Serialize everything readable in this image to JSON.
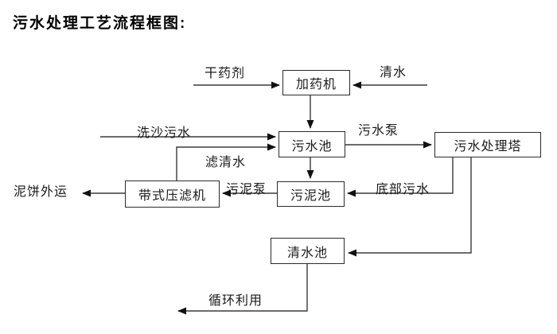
{
  "title": "污水处理工艺流程框图:",
  "colors": {
    "ink": "#1a1a1a",
    "line": "#3a3a3a",
    "background": "#ffffff"
  },
  "diagram": {
    "type": "flowchart",
    "nodes": [
      {
        "id": "dosing_machine",
        "label": "加药机"
      },
      {
        "id": "sewage_pool",
        "label": "污水池"
      },
      {
        "id": "treatment_tower",
        "label": "污水处理塔"
      },
      {
        "id": "sludge_pool",
        "label": "污泥池"
      },
      {
        "id": "belt_filter_press",
        "label": "带式压滤机"
      },
      {
        "id": "clear_water_pool",
        "label": "清水池"
      }
    ],
    "edges": [
      {
        "label": "干药剂",
        "from": "external",
        "to": "dosing_machine"
      },
      {
        "label": "清水",
        "from": "external",
        "to": "dosing_machine"
      },
      {
        "label": "",
        "from": "dosing_machine",
        "to": "sewage_pool"
      },
      {
        "label": "洗沙污水",
        "from": "external",
        "to": "sewage_pool"
      },
      {
        "label": "滤清水",
        "from": "belt_filter_press",
        "to": "sewage_pool"
      },
      {
        "label": "污水泵",
        "from": "sewage_pool",
        "to": "treatment_tower"
      },
      {
        "label": "底部污水",
        "from": "treatment_tower",
        "to": "sludge_pool"
      },
      {
        "label": "",
        "from": "sewage_pool",
        "to": "sludge_pool"
      },
      {
        "label": "污泥泵",
        "from": "sludge_pool",
        "to": "belt_filter_press"
      },
      {
        "label": "泥饼外运",
        "from": "belt_filter_press",
        "to": "external"
      },
      {
        "label": "",
        "from": "treatment_tower",
        "to": "clear_water_pool"
      },
      {
        "label": "循环利用",
        "from": "clear_water_pool",
        "to": "external"
      }
    ]
  }
}
